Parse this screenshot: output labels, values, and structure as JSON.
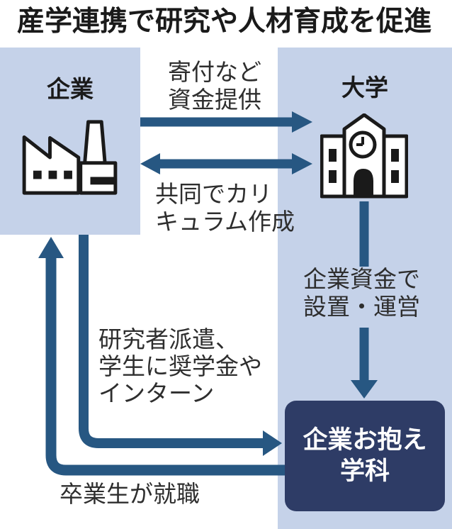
{
  "title": "産学連携で研究や人材育成を促進",
  "colors": {
    "panel_blue": "#c5d2e9",
    "arrow_blue": "#275782",
    "box_navy": "#2e3c66",
    "text_dark": "#2e2e2e",
    "title_color": "#1a1a1a",
    "label_white": "#ffffff"
  },
  "nodes": {
    "company": {
      "label": "企業",
      "icon": "factory-icon"
    },
    "university": {
      "label": "大学",
      "icon": "university-building-icon"
    },
    "department": {
      "line1": "企業お抱え",
      "line2": "学科"
    }
  },
  "edges": {
    "donation": {
      "line1": "寄付など",
      "line2": "資金提供",
      "from": "company",
      "to": "university"
    },
    "curriculum": {
      "line1": "共同でカリ",
      "line2": "キュラム作成",
      "from": "company",
      "to": "university",
      "bidirectional": true
    },
    "funding": {
      "line1": "企業資金で",
      "line2": "設置・運営",
      "from": "university",
      "to": "department"
    },
    "dispatch": {
      "line1": "研究者派遣、",
      "line2": "学生に奨学金や",
      "line3": "インターン",
      "from": "company",
      "to": "department"
    },
    "employment": {
      "line1": "卒業生が就職",
      "from": "department",
      "to": "company"
    }
  }
}
